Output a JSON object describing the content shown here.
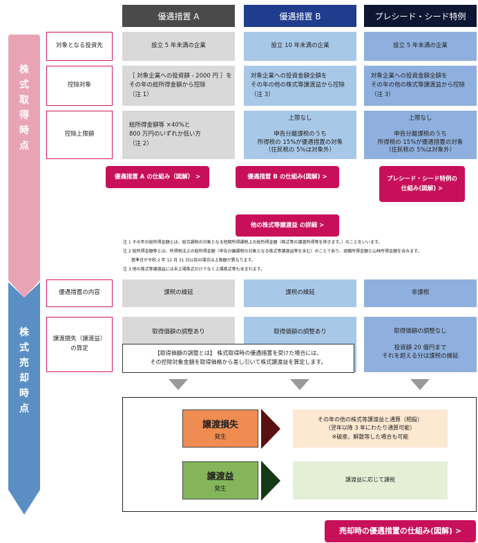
{
  "headers": {
    "col_a": "優遇措置 A",
    "col_b": "優遇措置 B",
    "col_c": "プレシード・シード特例"
  },
  "colors": {
    "header_a": "#4a4a4a",
    "header_b": "#1f3d8c",
    "header_c": "#0d1633",
    "accent": "#c8105a",
    "gray_cell": "#d9d9d9",
    "light_blue_cell": "#a8c8e8",
    "mid_blue_cell": "#8fb0de",
    "acquisition_band": "#e8a4b4",
    "sale_band": "#5b8fc4",
    "loss_box": "#f08c52",
    "gain_box": "#84b55a"
  },
  "side_labels": {
    "acquisition": [
      "株",
      "式",
      "取",
      "得",
      "時",
      "点"
    ],
    "sale": [
      "株",
      "式",
      "売",
      "却",
      "時",
      "点"
    ]
  },
  "rows": {
    "target": {
      "label": "対象となる投資先",
      "a": "設立 5 年未満の企業",
      "b": "設立 10 年未満の企業",
      "c": "設立 5 年未満の企業"
    },
    "deduction_target": {
      "label": "控除対象",
      "a": "［ 対象企業への投資額 - 2000 円 ］を\nその年の総所得金額から控除\n（注 1）",
      "b": "対象企業への投資金額全額を\nその年の他の株式等譲渡益から控除\n（注 3）",
      "c": "対象企業への投資金額全額を\nその年の他の株式等譲渡益から控除\n（注 3）"
    },
    "deduction_limit": {
      "label": "控除上限額",
      "a": "総所得金額等 ×40%と\n800 万円のいずれか低い方\n（注 2）",
      "b": "上限なし\n\n申告分離課税のうち\n所得税の 15%が優遇措置の対象\n（住民税の 5%は対象外）",
      "c": "上限なし\n\n申告分離課税のうち\n所得税の 15%が優遇措置の対象\n（住民税の 5%は対象外）"
    },
    "benefit": {
      "label": "優遇措置の内容",
      "a": "課税の繰延",
      "b": "課税の繰延",
      "c": "非課税"
    },
    "calc": {
      "label": "譲渡損失（譲渡益）\nの算定",
      "a": "取得価額の調整あり",
      "b": "取得価額の調整あり",
      "c": "取得価額の調整なし\n\n投資額 20 億円まで\nそれを超える分は課税の繰延"
    }
  },
  "buttons": {
    "a": "優遇措置 A の仕組み（図解） >",
    "b": "優遇措置 B の仕組み(図解) >",
    "c": "プレシード・シード特例の\n仕組み(図解) >",
    "detail": "他の株式等譲渡益 の詳細 >",
    "sale": "売却時の優遇措置の仕組み(図解)  >"
  },
  "notes": [
    "注 1 その年の総所得金額とは、総合課税の対象となる短期所得課税上の総所得金額（株式等の譲渡所得等を除きます。）のことをいいます。",
    "注 2 総所得金額等とは、所得税法上の総所得金額（申告分離課税の対象となる株式等譲渡益等を含む）のことであり、退職所得金額と山林所得金額を含みます。",
    "基準日が令和 2 年 12 月 31 日以前の場合は上限額が異なります。",
    "注 3 他の株式等譲渡益には未上場株式だけでなく上場株式等も含まれます。"
  ],
  "adjustment_note": "【取得価額の調整とは】 株式取得時の優遇措置を受けた場合には、\nその控除対象金額を取得価格から差し引いて株式譲渡益を算定します。",
  "outcomes": {
    "loss": {
      "title": "譲渡損失",
      "sub": "発生",
      "desc": "その年の他の株式等譲渡益と通算（相殺）\n（翌年以降 3 年にわたり通算可能）\n※破産、解散等した場合も可能"
    },
    "gain": {
      "title": "譲渡益",
      "sub": "発生",
      "desc": "譲渡益に応じて課税"
    }
  }
}
